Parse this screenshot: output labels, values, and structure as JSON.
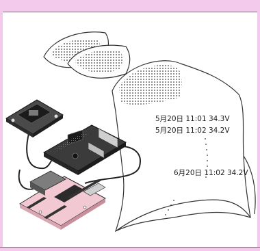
{
  "log_lines": [
    "5月20日 11:01 34.3V",
    "5月20日 11:02 34.2V",
    "6月20日 11:02 34.2V"
  ],
  "colors": {
    "frame_pink": "#f3c9ec",
    "frame_border": "#b84aa6",
    "board_dark": "#3b3b3b",
    "board_pink": "#f2c9d3"
  },
  "icons": [
    "paper-tape-icon",
    "sensor-board-icon",
    "raspberry-pi-icon",
    "arduino-board-icon",
    "cable-icon"
  ]
}
